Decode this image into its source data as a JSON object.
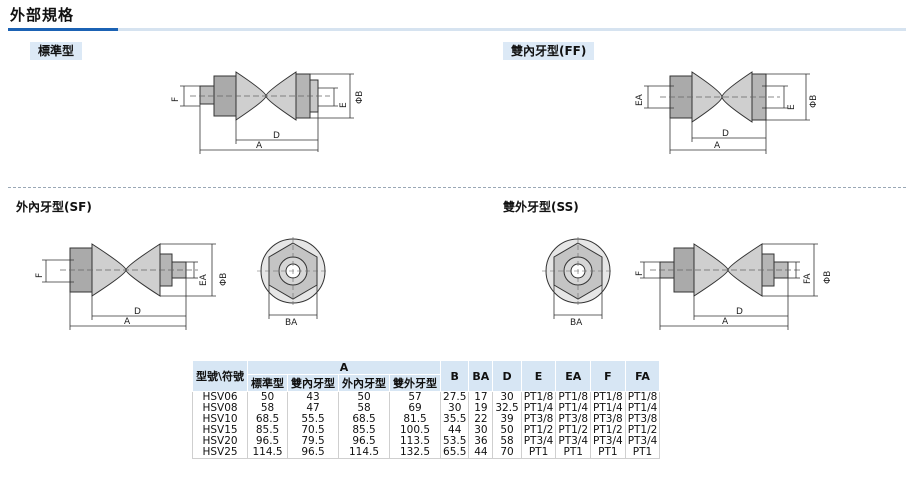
{
  "header": {
    "title": "外部規格"
  },
  "sections": {
    "standard": {
      "label": "標準型",
      "dims": [
        "F",
        "E",
        "ΦB",
        "D",
        "A"
      ]
    },
    "ff": {
      "label": "雙內牙型(FF)",
      "dims": [
        "EA",
        "E",
        "ΦB",
        "D",
        "A"
      ]
    },
    "sf": {
      "label": "外內牙型(SF)",
      "dims": [
        "F",
        "EA",
        "ΦB",
        "D",
        "A",
        "BA"
      ]
    },
    "ss": {
      "label": "雙外牙型(SS)",
      "dims": [
        "F",
        "FA",
        "ΦB",
        "D",
        "A",
        "BA"
      ]
    }
  },
  "table": {
    "model_header": "型號\\符號",
    "a_header": "A",
    "a_subheaders": [
      "標準型",
      "雙內牙型",
      "外內牙型",
      "雙外牙型"
    ],
    "other_headers": [
      "B",
      "BA",
      "D",
      "E",
      "EA",
      "F",
      "FA"
    ],
    "rows": [
      [
        "HSV06",
        "50",
        "43",
        "50",
        "57",
        "27.5",
        "17",
        "30",
        "PT1/8",
        "PT1/8",
        "PT1/8",
        "PT1/8"
      ],
      [
        "HSV08",
        "58",
        "47",
        "58",
        "69",
        "30",
        "19",
        "32.5",
        "PT1/4",
        "PT1/4",
        "PT1/4",
        "PT1/4"
      ],
      [
        "HSV10",
        "68.5",
        "55.5",
        "68.5",
        "81.5",
        "35.5",
        "22",
        "39",
        "PT3/8",
        "PT3/8",
        "PT3/8",
        "PT3/8"
      ],
      [
        "HSV15",
        "85.5",
        "70.5",
        "85.5",
        "100.5",
        "44",
        "30",
        "50",
        "PT1/2",
        "PT1/2",
        "PT1/2",
        "PT1/2"
      ],
      [
        "HSV20",
        "96.5",
        "79.5",
        "96.5",
        "113.5",
        "53.5",
        "36",
        "58",
        "PT3/4",
        "PT3/4",
        "PT3/4",
        "PT3/4"
      ],
      [
        "HSV25",
        "114.5",
        "96.5",
        "114.5",
        "132.5",
        "65.5",
        "44",
        "70",
        "PT1",
        "PT1",
        "PT1",
        "PT1"
      ]
    ]
  },
  "colors": {
    "accent": "#1b62b4",
    "label_bg": "#dce9f6",
    "table_header_bg": "#d7e6f4"
  }
}
